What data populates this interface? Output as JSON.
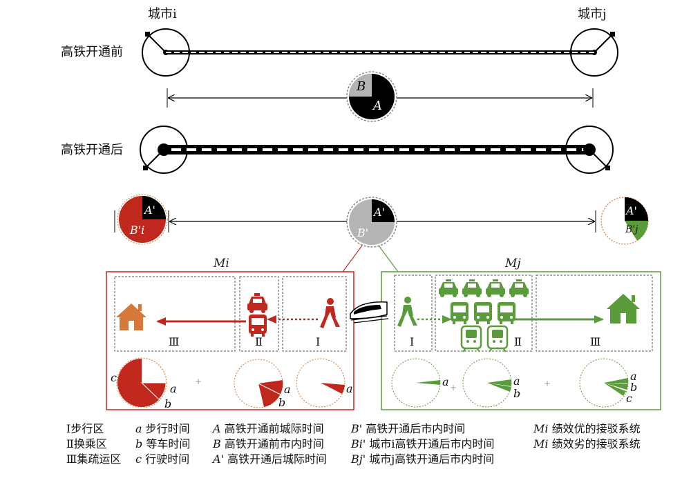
{
  "labels": {
    "city_i": "城市i",
    "city_j": "城市j",
    "before": "高铁开通前",
    "after": "高铁开通后",
    "pie_center_top_B": "B",
    "pie_center_top_A": "A",
    "pie_left_A": "A'",
    "pie_left_B": "B'i",
    "pie_mid_A": "A'",
    "pie_mid_B": "B'",
    "pie_right_A": "A'",
    "pie_right_B": "B'j",
    "M_i": "Mi",
    "M_j": "Mj"
  },
  "zones": {
    "left": [
      "Ⅲ",
      "Ⅱ",
      "Ⅰ"
    ],
    "right": [
      "Ⅰ",
      "Ⅱ",
      "Ⅲ"
    ]
  },
  "pie_letters": {
    "left_big": [
      "c",
      "a",
      "b"
    ],
    "left_mid": [
      "a",
      "b"
    ],
    "left_small": [
      "a"
    ],
    "right_small": [
      "a"
    ],
    "right_mid": [
      "a",
      "b"
    ],
    "right_big": [
      "a",
      "b",
      "c"
    ],
    "plus": "+"
  },
  "legend": [
    {
      "zone": "Ⅰ步行区",
      "sym": "a",
      "sym_text": "步行时间",
      "k1": "A",
      "k1_text": "高铁开通前城际时间",
      "k2": "B'",
      "k2_text": "高铁开通后市内时间",
      "k3": "Mi",
      "k3_text": "绩效优的接驳系统"
    },
    {
      "zone": "Ⅱ换乘区",
      "sym": "b",
      "sym_text": "等车时间",
      "k1": "B",
      "k1_text": "高铁开通前市内时间",
      "k2": "Bi'",
      "k2_text": "城市i高铁开通后市内时间",
      "k3": "Mi",
      "k3_text": "绩效劣的接驳系统"
    },
    {
      "zone": "Ⅲ集疏运区",
      "sym": "c",
      "sym_text": "行驶时间",
      "k1": "A'",
      "k1_text": "高铁开通后城际时间",
      "k2": "Bj'",
      "k2_text": "城市j高铁开通后市内时间",
      "k3": "",
      "k3_text": ""
    }
  ],
  "colors": {
    "red": "#c0281e",
    "green": "#5a9b3c",
    "orange": "#d4793a",
    "gray": "#b4b4b4",
    "black": "#000000"
  }
}
